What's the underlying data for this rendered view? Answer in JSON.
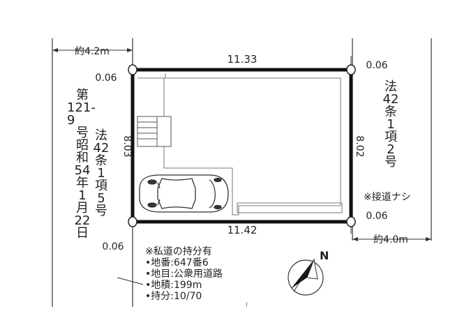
{
  "dimensions": {
    "top_width": "11.33",
    "bottom_width": "11.42",
    "left_depth": "8.03",
    "right_depth": "8.02",
    "corner_tl": "0.06",
    "corner_tr": "0.06",
    "corner_br": "0.06",
    "corner_bl": "0.06"
  },
  "roads": {
    "left_road_width": "約4.2m",
    "right_road_width": "約4.0m",
    "left_road_law": [
      "法",
      "42",
      "条",
      "1",
      "項",
      "5",
      "号"
    ],
    "right_road_law": [
      "法",
      "42",
      "条",
      "1",
      "項",
      "2",
      "号"
    ],
    "right_road_note": "※接道ナシ",
    "left_road_number": [
      "第",
      "121-9",
      "号",
      "昭",
      "和",
      "54",
      "年",
      "1",
      "月",
      "22",
      "日"
    ]
  },
  "private_road_info": {
    "heading": "※私道の持分有",
    "lot_number": "•地番:647番6",
    "land_category": "•地目:公衆用道路",
    "area": "•地積:199m",
    "share": "•持分:10/70"
  },
  "compass": {
    "north_label": "N"
  }
}
